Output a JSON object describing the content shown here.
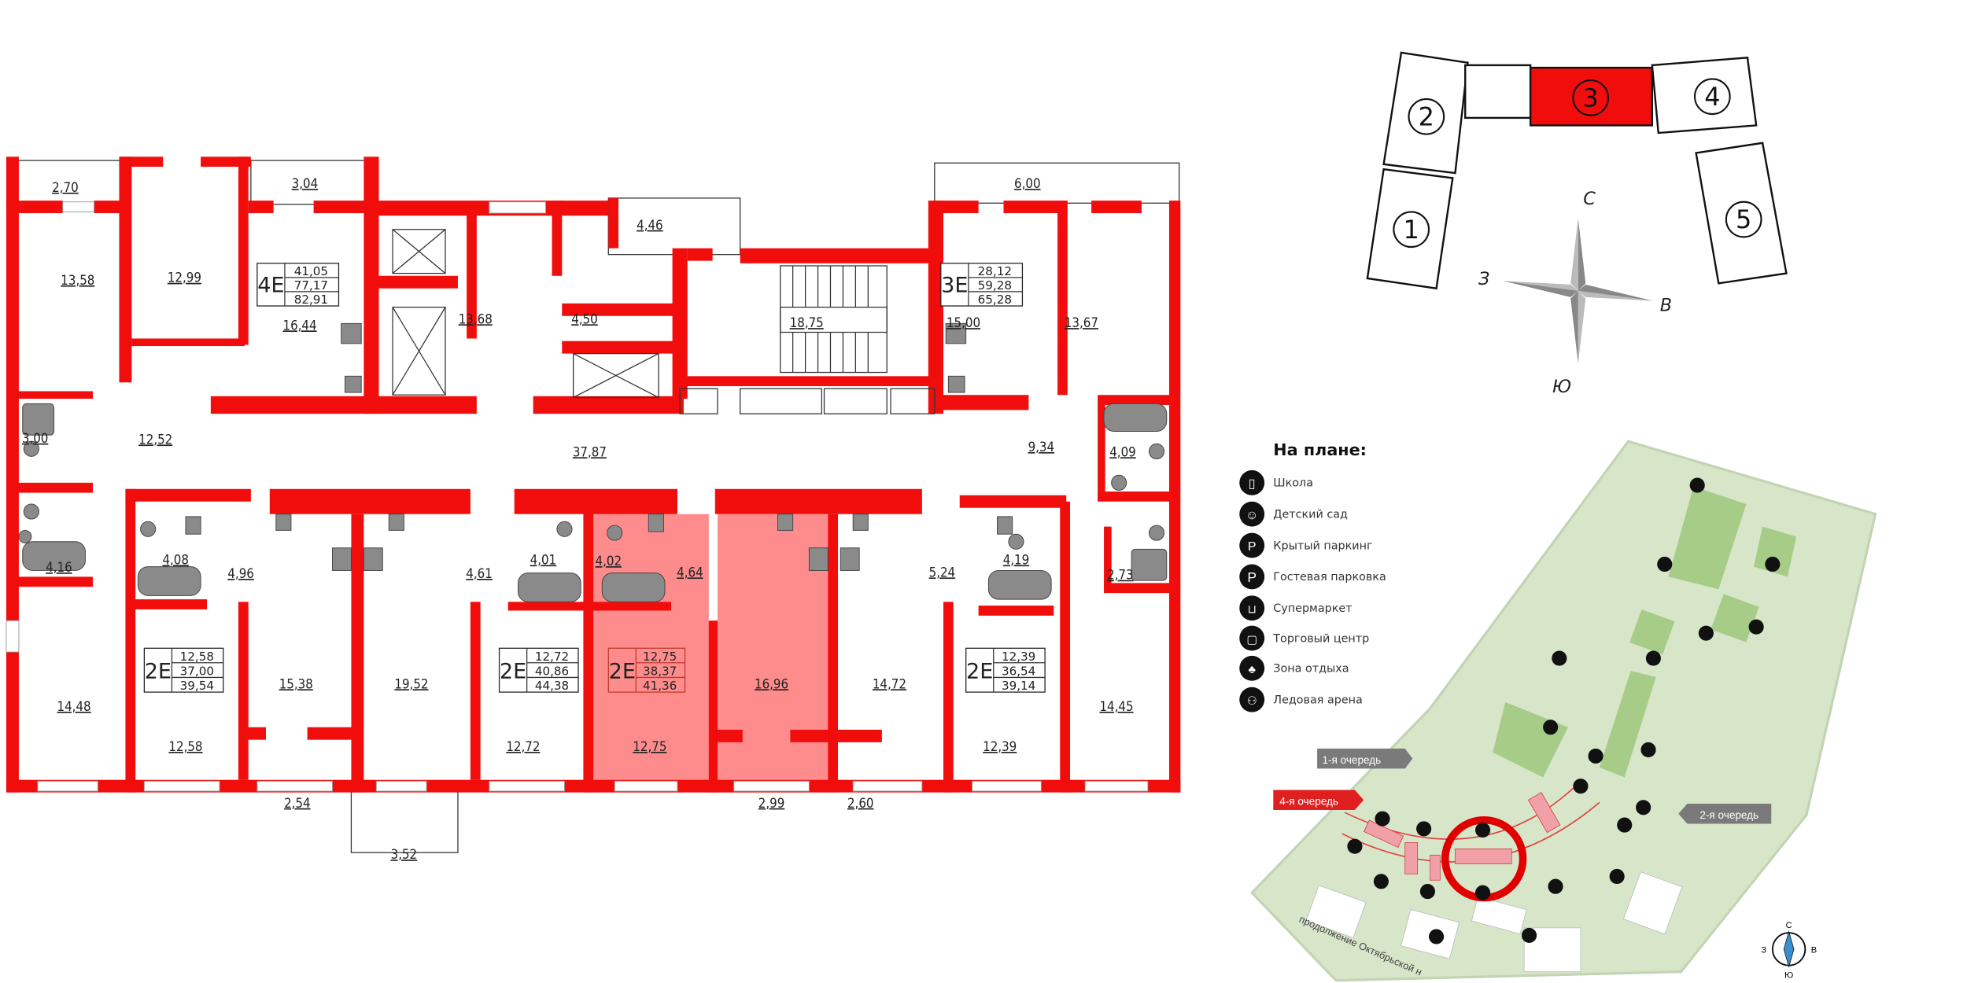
{
  "colors": {
    "wall": "#f20d0d",
    "selected_apartment": "#ff7f7f",
    "site_green": "#d4e4c4",
    "queue_4": "#e02020",
    "queue_other": "#7a7a7a"
  },
  "floor_plan": {
    "rooms": [
      "2,70",
      "3,04",
      "13,58",
      "12,99",
      "16,44",
      "13,68",
      "4,46",
      "4,50",
      "18,75",
      "15,00",
      "6,00",
      "13,67",
      "3,00",
      "12,52",
      "37,87",
      "9,34",
      "4,09",
      "4,16",
      "4,08",
      "4,96",
      "4,61",
      "4,01",
      "4,02",
      "4,64",
      "5,24",
      "4,19",
      "2,73",
      "15,38",
      "19,52",
      "16,96",
      "14,72",
      "14,48",
      "14,45",
      "12,58",
      "12,72",
      "12,75",
      "12,39",
      "2,54",
      "2,99",
      "2,60",
      "3,52"
    ],
    "apartments": [
      {
        "type": "4E",
        "areas": [
          "41,05",
          "77,17",
          "82,91"
        ]
      },
      {
        "type": "3E",
        "areas": [
          "28,12",
          "59,28",
          "65,28"
        ]
      },
      {
        "type": "2E",
        "areas": [
          "12,58",
          "37,00",
          "39,54"
        ]
      },
      {
        "type": "2E",
        "areas": [
          "12,72",
          "40,86",
          "44,38"
        ]
      },
      {
        "type": "2E",
        "areas": [
          "12,75",
          "38,37",
          "41,36"
        ],
        "selected": true
      },
      {
        "type": "2E",
        "areas": [
          "12,39",
          "36,54",
          "39,14"
        ]
      }
    ]
  },
  "building_key": {
    "sections": [
      "1",
      "2",
      "3",
      "4",
      "5"
    ],
    "selected_section": "3",
    "compass": {
      "n": "С",
      "w": "З",
      "e": "В",
      "s": "Ю"
    }
  },
  "legend": {
    "title": "На плане:",
    "items": [
      {
        "icon": "book-icon",
        "label": "Школа"
      },
      {
        "icon": "teddy-bear-icon",
        "label": "Детский сад"
      },
      {
        "icon": "covered-parking-icon",
        "label": "Крытый паркинг"
      },
      {
        "icon": "parking-icon",
        "label": "Гостевая парковка"
      },
      {
        "icon": "basket-icon",
        "label": "Супермаркет"
      },
      {
        "icon": "shopping-bag-icon",
        "label": "Торговый центр"
      },
      {
        "icon": "tree-icon",
        "label": "Зона отдыха"
      },
      {
        "icon": "ice-arena-icon",
        "label": "Ледовая арена"
      }
    ]
  },
  "site_map": {
    "queues": [
      "1-я очередь",
      "4-я очередь",
      "2-я очередь"
    ],
    "road": "продолжение Октябрьской н",
    "compass": {
      "n": "С",
      "w": "З",
      "e": "В",
      "s": "Ю"
    }
  }
}
